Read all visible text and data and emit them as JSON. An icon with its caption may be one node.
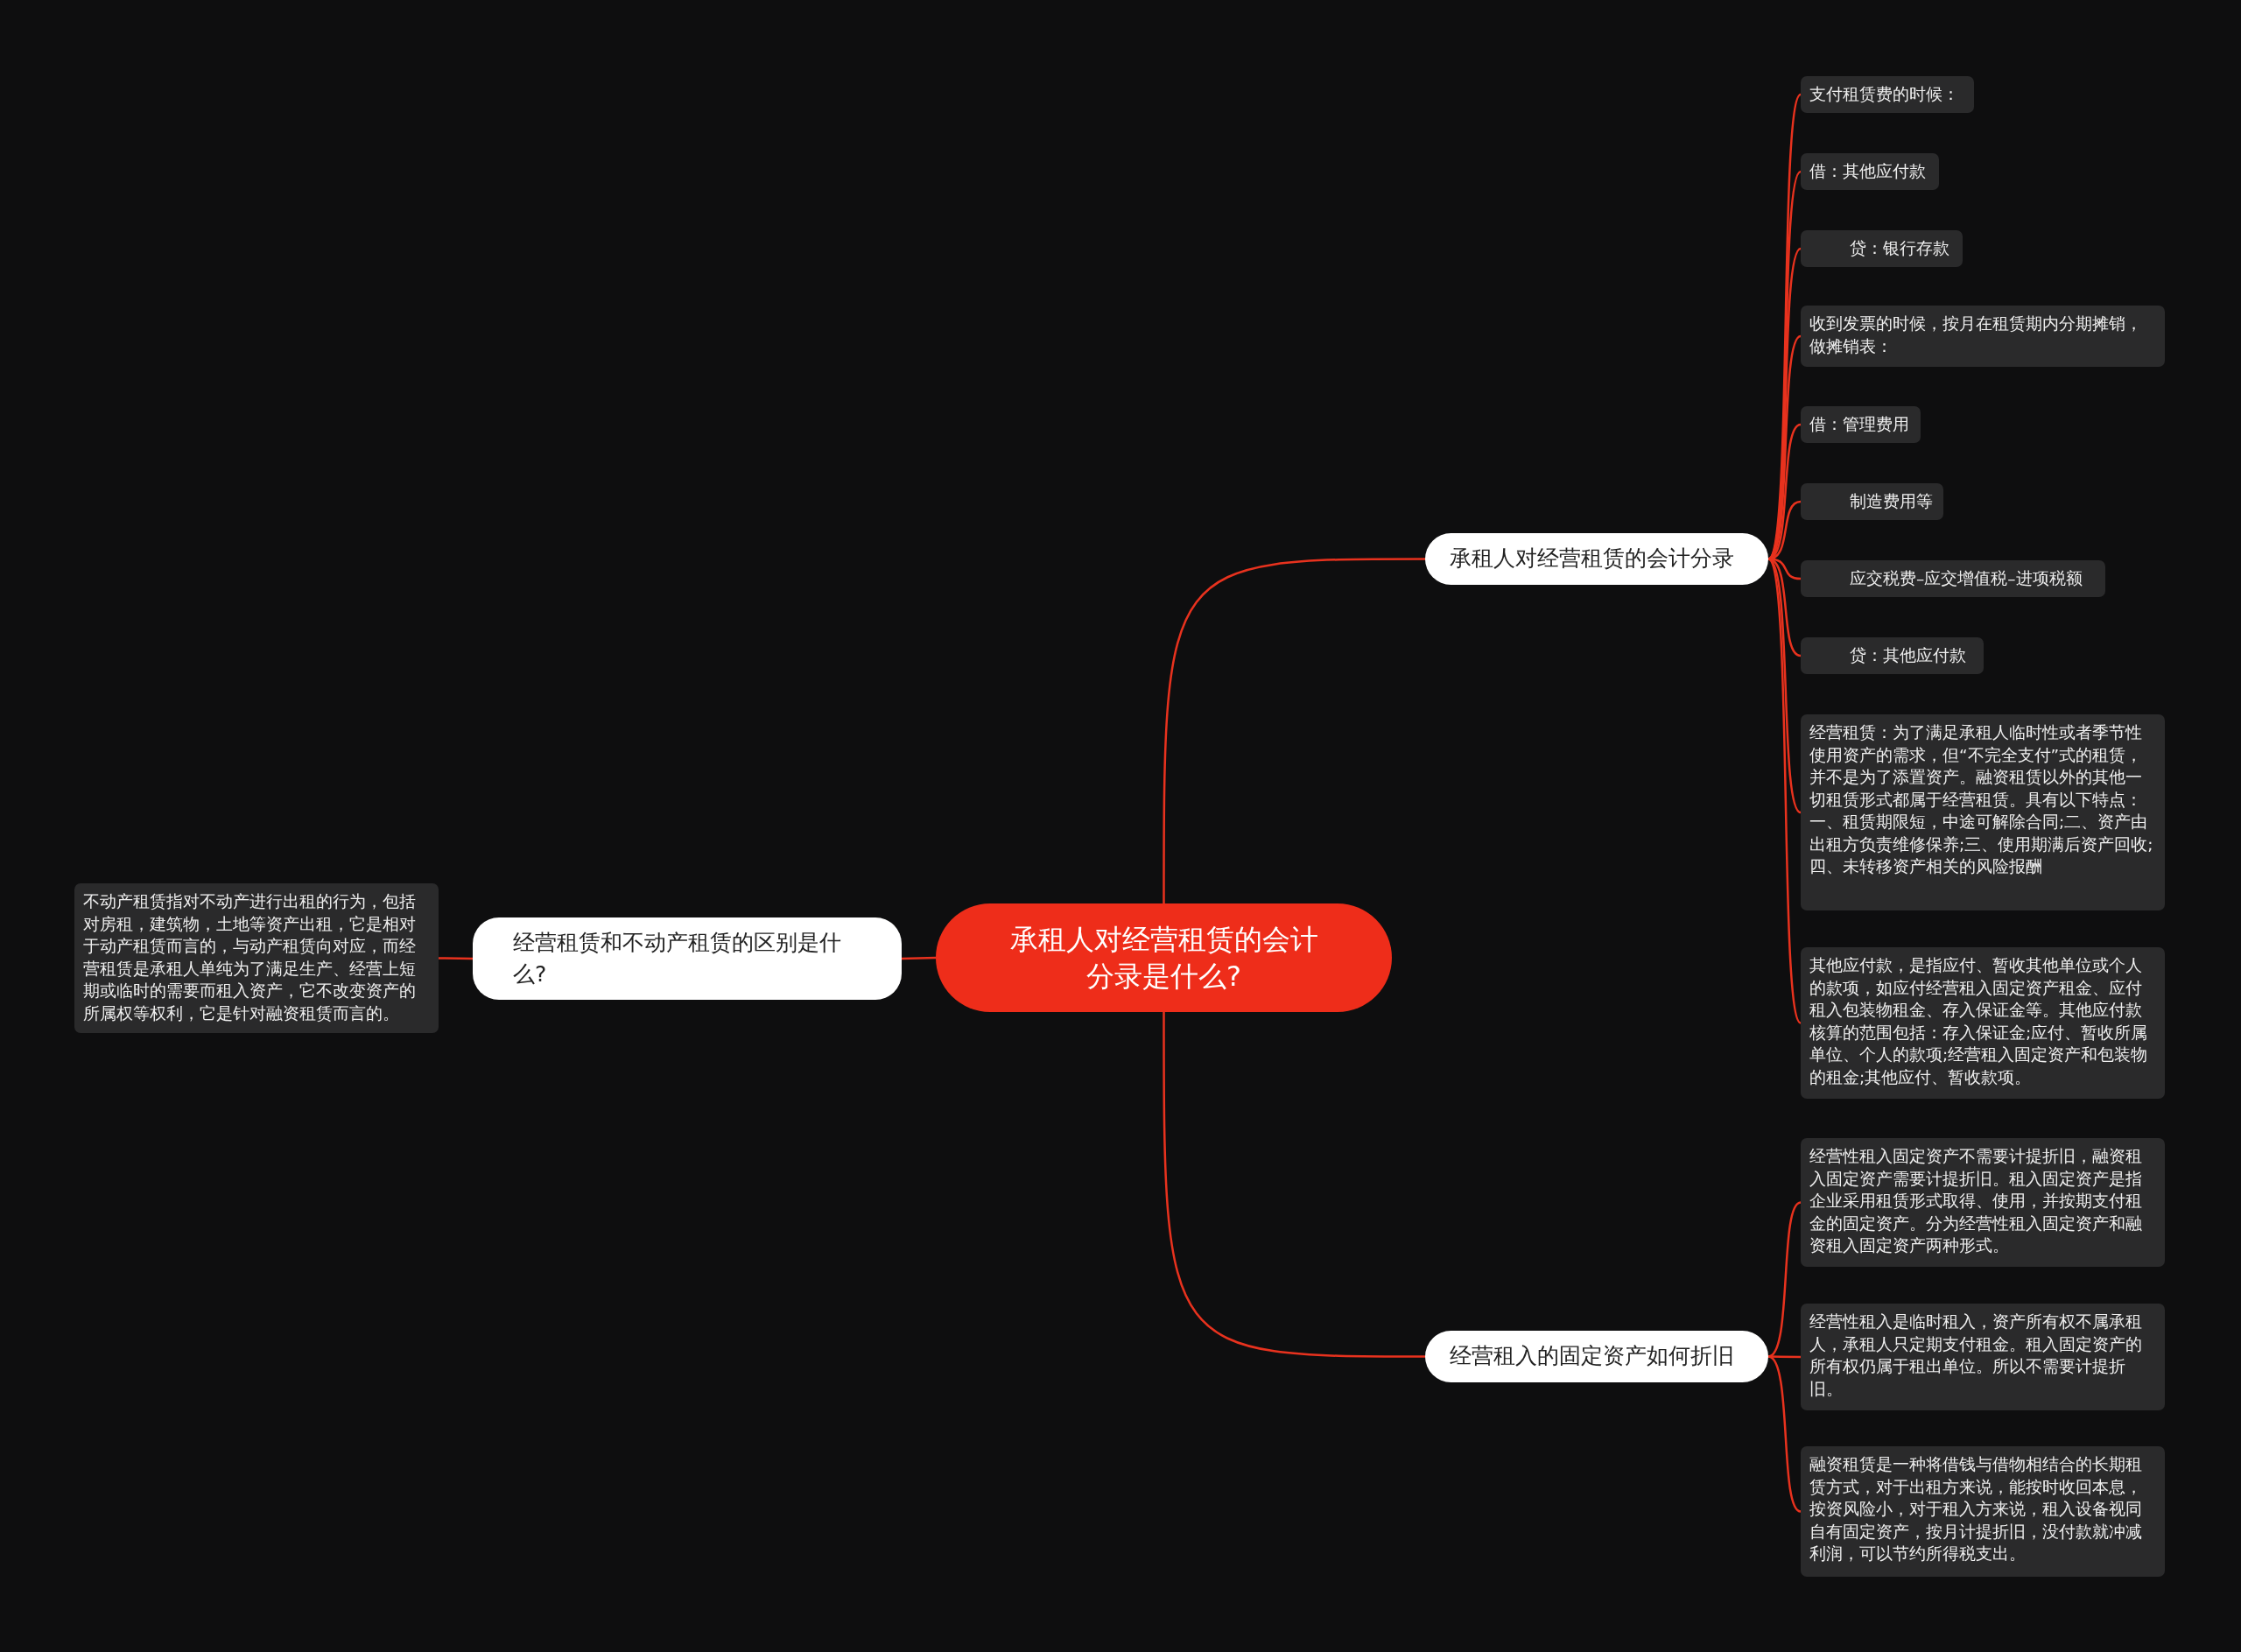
{
  "diagram": {
    "nodes": [
      {
        "text": [
          "承租人对经营租赁的会计分录是什么?"
        ]
      },
      {
        "text": [
          "承租人对经营租赁的会计分录"
        ]
      },
      {
        "text": [
          "支付租赁费的时候："
        ]
      },
      {
        "text": [
          "借：其他应付款"
        ]
      },
      {
        "text": [
          "贷：银行存款"
        ]
      },
      {
        "text": [
          "收到发票的时候，按月在租赁期内分期摊销，做摊销表："
        ]
      },
      {
        "text": [
          "借：管理费用"
        ]
      },
      {
        "text": [
          "制造费用等"
        ]
      },
      {
        "text": [
          "应交税费–应交增值税–进项税额"
        ]
      },
      {
        "text": [
          "贷：其他应付款"
        ]
      },
      {
        "text": [
          "经营租赁：为了满足承租人临时性或者季节性使用资产的需求，但“不完全支付”式的租赁，并不是为了添置资产。融资租赁以外的其他一切租赁形式都属于经营租赁。具有以下特点：一、租赁期限短，中途可解除合同;二、资产由出租方负责维修保养;三、使用期满后资产回收;四、未转移资产相关的风险报酬"
        ]
      },
      {
        "text": [
          "其他应付款，是指应付、暂收其他单位或个人的款项，如应付经营租入固定资产租金、应付租入包装物租金、存入保证金等。其他应付款核算的范围包括：存入保证金;应付、暂收所属单位、个人的款项;经营租入固定资产和包装物的租金;其他应付、暂收款项。"
        ]
      },
      {
        "text": [
          "经营租入的固定资产如何折旧"
        ]
      },
      {
        "text": [
          "经营性租入固定资产不需要计提折旧，融资租入固定资产需要计提折旧。租入固定资产是指企业采用租赁形式取得、使用，并按期支付租金的固定资产。分为经营性租入固定资产和融资租入固定资产两种形式。"
        ]
      },
      {
        "text": [
          "经营性租入是临时租入，资产所有权不属承租人，承租人只定期支付租金。租入固定资产的所有权仍属于租出单位。所以不需要计提折旧。"
        ]
      },
      {
        "text": [
          "融资租赁是一种将借钱与借物相结合的长期租赁方式，对于出租方来说，能按时收回本息，按资风险小，对于租入方来说，租入设备视同自有固定资产，按月计提折旧，没付款就冲减利润，可以节约所得税支出。"
        ]
      },
      {
        "text": [
          "经营租赁和不动产租赁的区别是什么?"
        ]
      },
      {
        "text": [
          "不动产租赁指对不动产进行出租的行为，包括对房租，建筑物，土地等资产出租，它是相对于动产租赁而言的，与动产租赁向对应，而经营租赁是承租人单纯为了满足生产、经营上短期或临时的需要而租入资产，它不改变资产的所属权等权利，它是针对融资租赁而言的。"
        ]
      }
    ],
    "edges": [
      {
        "from": 0,
        "to": 1,
        "arrow": "none"
      },
      {
        "from": 1,
        "to": 2,
        "arrow": "none"
      },
      {
        "from": 1,
        "to": 3,
        "arrow": "none"
      },
      {
        "from": 1,
        "to": 4,
        "arrow": "none"
      },
      {
        "from": 1,
        "to": 5,
        "arrow": "none"
      },
      {
        "from": 1,
        "to": 6,
        "arrow": "none"
      },
      {
        "from": 1,
        "to": 7,
        "arrow": "none"
      },
      {
        "from": 1,
        "to": 8,
        "arrow": "none"
      },
      {
        "from": 1,
        "to": 9,
        "arrow": "none"
      },
      {
        "from": 1,
        "to": 10,
        "arrow": "none"
      },
      {
        "from": 1,
        "to": 11,
        "arrow": "none"
      },
      {
        "from": 0,
        "to": 12,
        "arrow": "none"
      },
      {
        "from": 12,
        "to": 13,
        "arrow": "none"
      },
      {
        "from": 12,
        "to": 14,
        "arrow": "none"
      },
      {
        "from": 12,
        "to": 15,
        "arrow": "none"
      },
      {
        "from": 0,
        "to": 16,
        "arrow": "none"
      },
      {
        "from": 16,
        "to": 17,
        "arrow": "none"
      }
    ]
  }
}
